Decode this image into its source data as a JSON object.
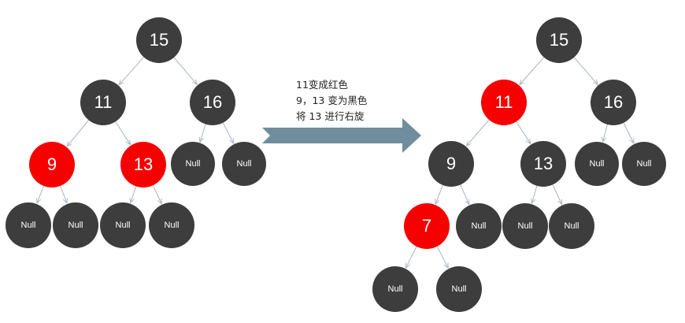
{
  "colors": {
    "black_node": "#3d3d3d",
    "red_node": "#f70000",
    "edge": "#a9b4bd",
    "arrow": "#6f8d9d"
  },
  "caption": {
    "line1": "11变成红色",
    "line2": "9，13 变为黑色",
    "line3": "将 13 进行右旋"
  },
  "before": {
    "nodes": [
      {
        "id": "b15",
        "label": "15",
        "color": "black",
        "parent": null
      },
      {
        "id": "b11",
        "label": "11",
        "color": "black",
        "parent": "b15"
      },
      {
        "id": "b16",
        "label": "16",
        "color": "black",
        "parent": "b15"
      },
      {
        "id": "b9",
        "label": "9",
        "color": "red",
        "parent": "b11"
      },
      {
        "id": "b13",
        "label": "13",
        "color": "red",
        "parent": "b11"
      },
      {
        "id": "b16L",
        "label": "Null",
        "color": "black",
        "parent": "b16"
      },
      {
        "id": "b16R",
        "label": "Null",
        "color": "black",
        "parent": "b16"
      },
      {
        "id": "b9L",
        "label": "Null",
        "color": "black",
        "parent": "b9"
      },
      {
        "id": "b9R",
        "label": "Null",
        "color": "black",
        "parent": "b9"
      },
      {
        "id": "b13L",
        "label": "Null",
        "color": "black",
        "parent": "b13"
      },
      {
        "id": "b13R",
        "label": "Null",
        "color": "black",
        "parent": "b13"
      }
    ]
  },
  "after": {
    "nodes": [
      {
        "id": "a15",
        "label": "15",
        "color": "black",
        "parent": null
      },
      {
        "id": "a11",
        "label": "11",
        "color": "red",
        "parent": "a15"
      },
      {
        "id": "a16",
        "label": "16",
        "color": "black",
        "parent": "a15"
      },
      {
        "id": "a9",
        "label": "9",
        "color": "black",
        "parent": "a11"
      },
      {
        "id": "a13",
        "label": "13",
        "color": "black",
        "parent": "a11"
      },
      {
        "id": "a16L",
        "label": "Null",
        "color": "black",
        "parent": "a16"
      },
      {
        "id": "a16R",
        "label": "Null",
        "color": "black",
        "parent": "a16"
      },
      {
        "id": "a7",
        "label": "7",
        "color": "red",
        "parent": "a9"
      },
      {
        "id": "a9R",
        "label": "Null",
        "color": "black",
        "parent": "a9"
      },
      {
        "id": "a13L",
        "label": "Null",
        "color": "black",
        "parent": "a13"
      },
      {
        "id": "a13R",
        "label": "Null",
        "color": "black",
        "parent": "a13"
      },
      {
        "id": "a7L",
        "label": "Null",
        "color": "black",
        "parent": "a7"
      },
      {
        "id": "a7R",
        "label": "Null",
        "color": "black",
        "parent": "a7"
      }
    ]
  }
}
